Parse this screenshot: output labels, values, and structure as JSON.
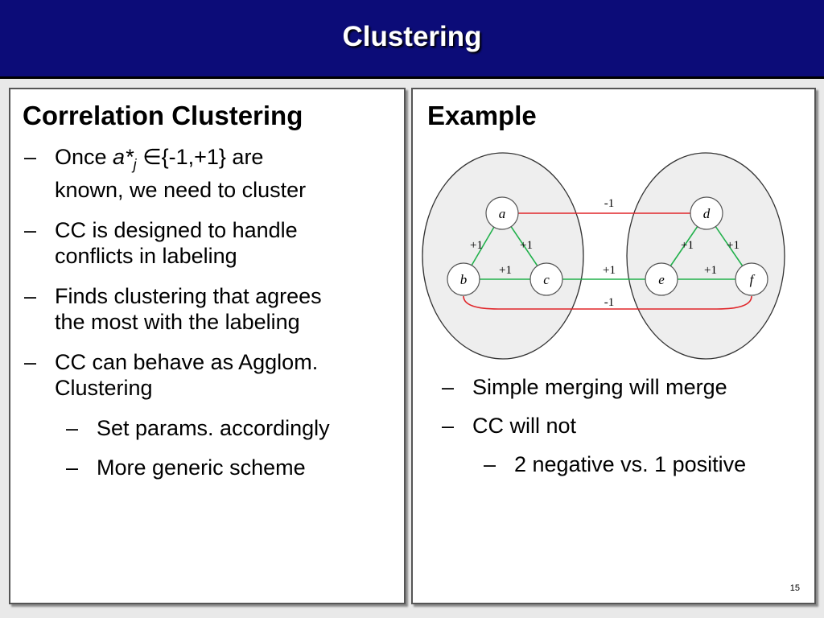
{
  "slide": {
    "title": "Clustering",
    "page_number": "15"
  },
  "left": {
    "heading": "Correlation Clustering",
    "b1_prefix": "Once ",
    "b1_var": "a*",
    "b1_sub": "j",
    "b1_set": " ∈{-1,+1} are",
    "b1_line2": "known, we need to cluster",
    "b2_line1": "CC is designed to handle",
    "b2_line2": "conflicts in labeling",
    "b3_line1": "Finds clustering that agrees",
    "b3_line2": "the most with the labeling",
    "b4_line1": "CC can behave as Agglom.",
    "b4_line2": "Clustering",
    "sub1": "Set params. accordingly",
    "sub2": "More generic scheme"
  },
  "right": {
    "heading": "Example",
    "b1": "Simple merging will merge",
    "b2": "CC will not",
    "sub1": "2 negative vs. 1 positive"
  },
  "graph": {
    "nodes": [
      "a",
      "b",
      "c",
      "d",
      "e",
      "f"
    ],
    "edges": [
      {
        "from": "a",
        "to": "b",
        "weight": "+1",
        "color": "#22b14c"
      },
      {
        "from": "a",
        "to": "c",
        "weight": "+1",
        "color": "#22b14c"
      },
      {
        "from": "b",
        "to": "c",
        "weight": "+1",
        "color": "#22b14c"
      },
      {
        "from": "d",
        "to": "e",
        "weight": "+1",
        "color": "#22b14c"
      },
      {
        "from": "d",
        "to": "f",
        "weight": "+1",
        "color": "#22b14c"
      },
      {
        "from": "e",
        "to": "f",
        "weight": "+1",
        "color": "#22b14c"
      },
      {
        "from": "c",
        "to": "e",
        "weight": "+1",
        "color": "#22b14c"
      },
      {
        "from": "a",
        "to": "d",
        "weight": "-1",
        "color": "#e0262a"
      },
      {
        "from": "b",
        "to": "f",
        "weight": "-1",
        "color": "#e0262a"
      }
    ]
  },
  "colors": {
    "title_bar": "#0c0c78",
    "positive_edge": "#22b14c",
    "negative_edge": "#e0262a"
  }
}
